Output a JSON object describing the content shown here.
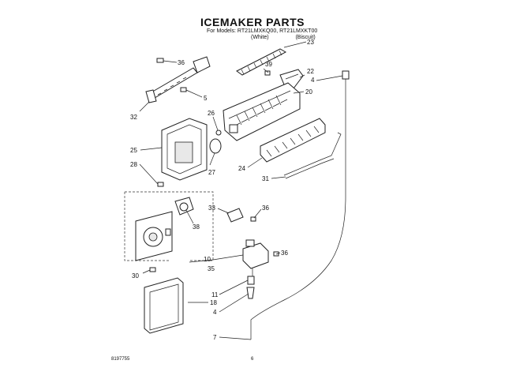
{
  "title": "ICEMAKER PARTS",
  "models": {
    "prefix": "For Models:",
    "model_a": "RT21LMXKQ00,",
    "model_b": "RT21LMXKT00",
    "color_a": "(White)",
    "color_b": "(Biscuit)"
  },
  "footer": {
    "code": "8197755",
    "page": "6"
  },
  "callouts": {
    "c23": "23",
    "c36a": "36",
    "c39": "39",
    "c22": "22",
    "c4a": "4",
    "c5": "5",
    "c20": "20",
    "c32": "32",
    "c26": "26",
    "c25": "25",
    "c28": "28",
    "c27": "27",
    "c24": "24",
    "c31": "31",
    "c33": "33",
    "c36b": "36",
    "c38": "38",
    "c36c": "36",
    "c10": "10",
    "c35": "35",
    "c30": "30",
    "c11": "11",
    "c18": "18",
    "c4b": "4",
    "c7": "7"
  }
}
